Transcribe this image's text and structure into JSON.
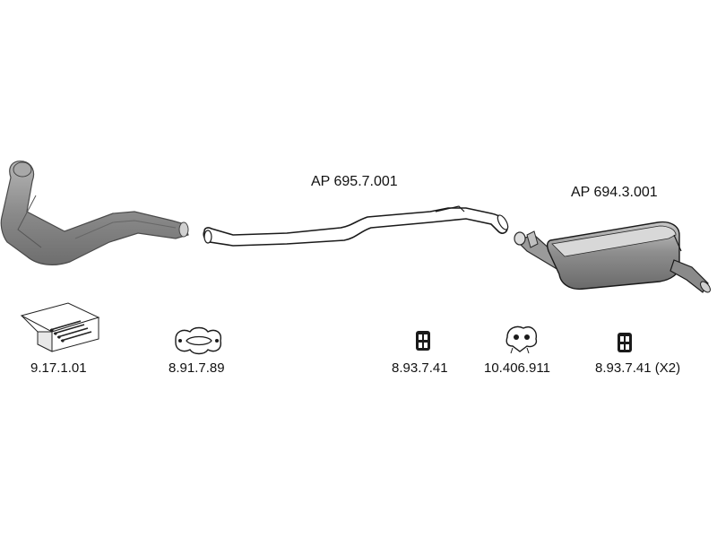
{
  "diagram": {
    "assemblies": [
      {
        "id": "front-pipe",
        "code": ""
      },
      {
        "id": "middle-pipe",
        "code": "AP 695.7.001"
      },
      {
        "id": "rear-silencer",
        "code": "AP 694.3.001"
      }
    ],
    "accessories": [
      {
        "id": "fitting-kit",
        "code": "9.17.1.01"
      },
      {
        "id": "clamp",
        "code": "8.91.7.89"
      },
      {
        "id": "rubber-mount-1",
        "code": "8.93.7.41"
      },
      {
        "id": "rubber-hanger",
        "code": "10.406.911"
      },
      {
        "id": "rubber-mount-2",
        "code": "8.93.7.41 (X2)"
      }
    ]
  }
}
